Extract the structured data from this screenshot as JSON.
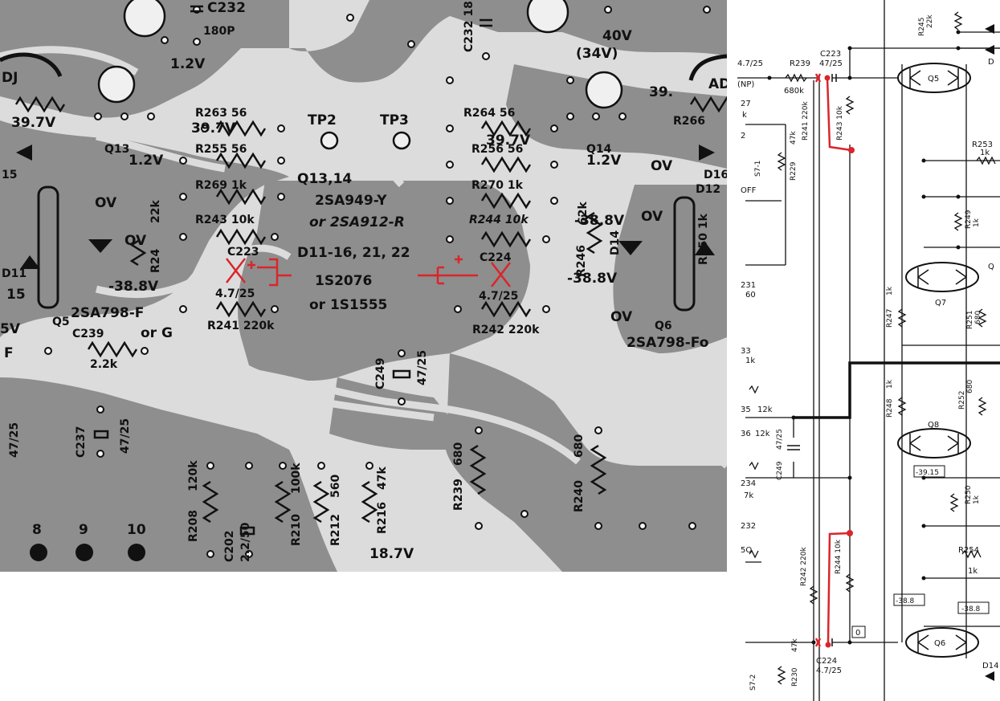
{
  "colors": {
    "pcb_background": "#9a9a9a",
    "pcb_trace": "#7d7d7d",
    "pcb_copper_light": "#d9d9d9",
    "ink": "#111111",
    "markup_red": "#d9262b"
  },
  "pcb": {
    "main_labels": {
      "q13_14": "Q13,14",
      "part_y": "2SA949-Y",
      "part_or_r": "or 2SA912-R",
      "diodes": "D11-16, 21, 22",
      "diode_part": "1S2076",
      "diode_alt": "or 1S1555",
      "tp2": "TP2",
      "tp3": "TP3"
    },
    "components": {
      "c232": "C232",
      "c232_val": "180P",
      "c232b": "C232 18",
      "v12a": "1.2V",
      "v40": "40V",
      "v34": "(34V)",
      "v39": "39.",
      "dj": "DJ",
      "ad": "AD",
      "r263": "R263  56",
      "r264": "R264  56",
      "r255": "R255  56",
      "r256": "R256 56",
      "r269": "R269  1k",
      "r270": "R270 1k",
      "r243": "R243  10k",
      "r244": "R244  10k",
      "r266": "R266",
      "v397a": "39.7V",
      "v397b": "39.7V",
      "v397c": "39.7V",
      "q13": "Q13",
      "q14": "Q14",
      "v12b": "1.2V",
      "v12c": "1.2V",
      "d15": "15",
      "d16": "D16",
      "d12": "D12",
      "ov1": "OV",
      "ov2": "OV",
      "ov3": "OV",
      "ov4": "OV",
      "ov5": "OV",
      "r22k": "22k",
      "r242k": "R24",
      "r62k": "62k",
      "r246": "R246",
      "d14": "D14",
      "r250": "R250 1k",
      "v388a": "-38.8V",
      "v388b": "-38.8V",
      "v388c": "-38.8V",
      "c223": "C223",
      "c223_val": "4.7/25",
      "c224": "C224",
      "c224_val": "4.7/25",
      "r241": "R241  220k",
      "r242": "R242 220k",
      "q5": "Q5",
      "q6": "Q6",
      "part_q5": "2SA798-F",
      "part_q5_or": "or G",
      "part_q6": "2SA798-Fo",
      "r239_pcb": "R239",
      "c239": "C239",
      "c239_val": "2.2k",
      "c249": "C249",
      "c249_val": "47/25",
      "c237": "C237",
      "c237_val": "47/25",
      "c_47_25": "47/25",
      "r239": "R239",
      "r239_val": "680",
      "r240": "R240",
      "r240_val": "680",
      "r208": "R208",
      "r208_val": "120k",
      "c202": "C202",
      "c202_val": "2.2/50",
      "r210": "R210",
      "r210_val": "100k",
      "r212": "R212",
      "r212_val": "560",
      "r216": "R216",
      "r216_val": "47k",
      "v187": "18.7V",
      "pin8": "8",
      "pin9": "9",
      "pin10": "10",
      "d11": "D11",
      "v5": "5V",
      "f": "F",
      "r2ab": "R2",
      "v15": "15"
    }
  },
  "schematic": {
    "labels": {
      "c223": "C223",
      "c223_val": "47/25",
      "r239": "R239",
      "r239_val": "680k",
      "r241": "R241 220k",
      "r243": "R243 10k",
      "r245": "R245",
      "r245_val": "22k",
      "q5": "Q5",
      "r253": "R253",
      "r253_val": "1k",
      "r229": "R229",
      "r229_val": "47k",
      "s71": "S7-1",
      "off": "OFF",
      "np": "(NP)",
      "v47_25": "4.7/25",
      "r249": "R249",
      "r249_val": "1k",
      "q7": "Q7",
      "q_right": "Q",
      "r247": "R247",
      "r247_val": "1k",
      "r251": "R251",
      "r251_val": "680",
      "r231_val": "231",
      "r60": "60",
      "r33": "33",
      "r1k_a": "1k",
      "r35": "35",
      "r12k_a": "12k",
      "r248": "R248",
      "r248_val": "1k",
      "r252": "R252",
      "r252_val": "680",
      "q8": "Q8",
      "v3915": "-39.15",
      "r250": "R250",
      "r250_val": "1k",
      "r36": "36",
      "r12k_b": "12k",
      "c249": "C249",
      "c249_val": "47/25",
      "r234": "234",
      "r232": "232",
      "r5o": "5O",
      "r254": "R254",
      "r254_val": "1k",
      "r242": "R242 220k",
      "r244": "R244 10k",
      "v388a": "-38.8",
      "v388b": "-38.8",
      "zero": "0",
      "q6": "Q6",
      "c224": "C224",
      "c224_val": "4.7/25",
      "s72": "S7-2",
      "r230": "R230",
      "r230_val": "47k",
      "d14": "D14",
      "r27": "27",
      "rk": "k",
      "r2": "2",
      "r7k": "7k",
      "rD": "D"
    }
  }
}
